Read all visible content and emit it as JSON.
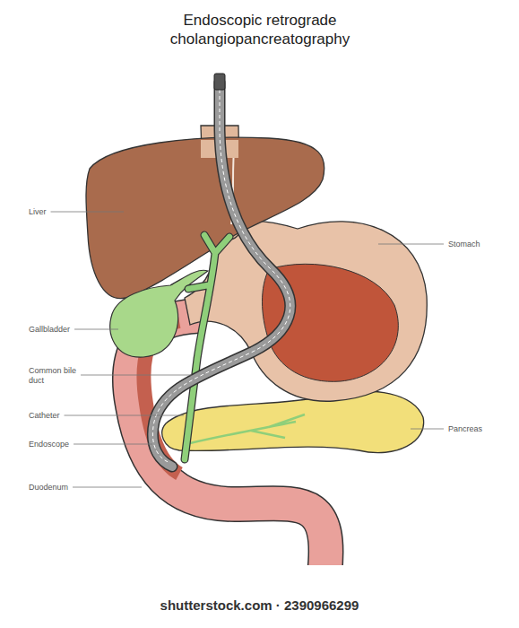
{
  "diagram": {
    "title": "Endoscopic retrograde cholangiopancreatography",
    "labels": [
      "Liver",
      "Stomach",
      "Gallbladder",
      "Common bile duct",
      "Catheter",
      "Pancreas",
      "Endoscope",
      "Duodenum",
      "shutterstock.com · 2390966299"
    ]
  }
}
